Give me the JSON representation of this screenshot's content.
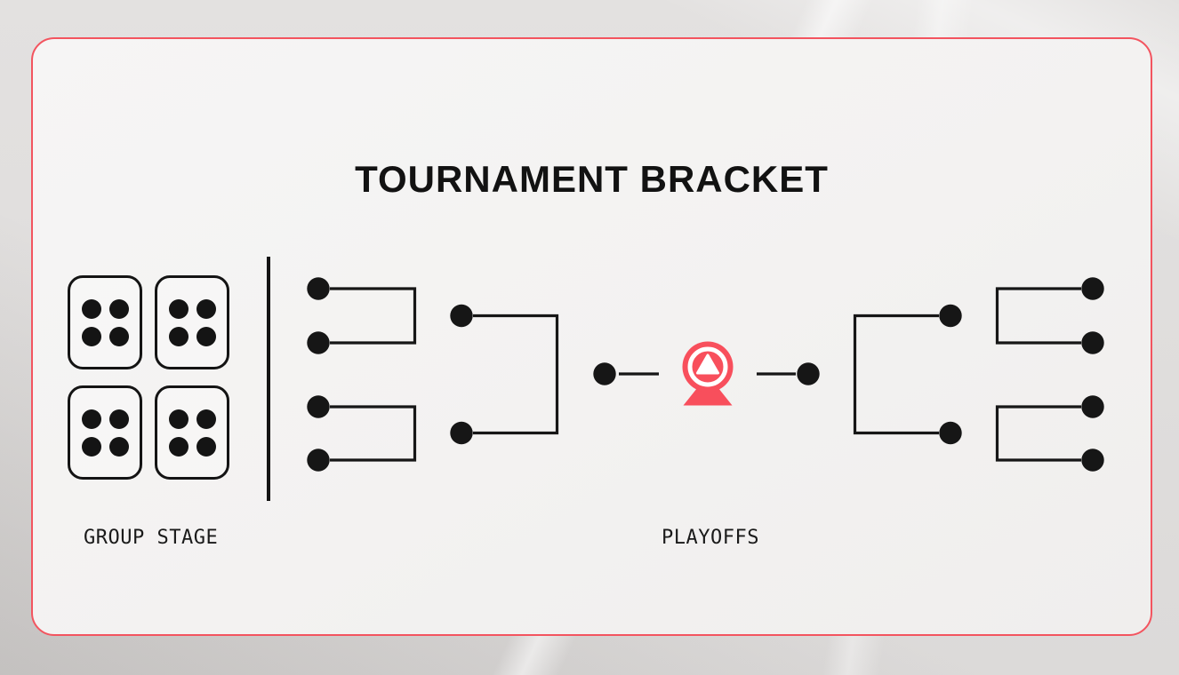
{
  "title": "TOURNAMENT BRACKET",
  "group_stage": {
    "label": "GROUP STAGE",
    "group_count": 4,
    "teams_per_group": 4
  },
  "playoffs": {
    "label": "PLAYOFFS",
    "structure": {
      "left_quarterfinal_slots": 4,
      "left_semifinal_slots": 2,
      "finalists": 2,
      "right_semifinal_slots": 2,
      "right_quarterfinal_slots": 4
    }
  },
  "icons": {
    "center_icon": "trophy-award-icon",
    "team_marker": "filled-dot",
    "player_marker": "filled-dot"
  },
  "colors": {
    "accent_red": "#F84F5C",
    "border_red": "#F3545F",
    "ink_black": "#161616",
    "card_background": "#F5F4F3",
    "page_background": "#DEDCDB"
  }
}
